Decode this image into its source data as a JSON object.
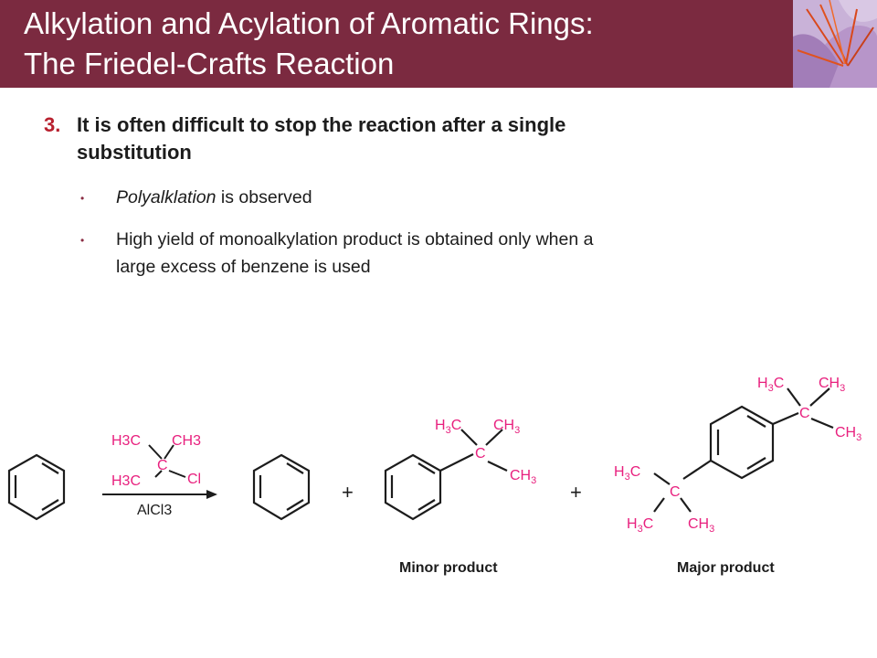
{
  "title": {
    "line1": "Alkylation and Acylation of Aromatic Rings:",
    "line2": "The Friedel-Crafts Reaction"
  },
  "point": {
    "number": "3.",
    "text_line1": "It is often difficult to stop the reaction after a single",
    "text_line2": "substitution"
  },
  "bullets": [
    {
      "italic": "Polyalklation",
      "rest": " is observed"
    },
    {
      "line1": "High yield of monoalkylation product is obtained only when a",
      "line2": "large excess of benzene is used"
    }
  ],
  "scheme": {
    "reagent_top_left": "H3C",
    "reagent_top_right": "CH3",
    "reagent_center": "C",
    "reagent_bottom_left": "H3C",
    "reagent_bottom_right": "Cl",
    "catalyst": "AlCl3",
    "plus": "+",
    "minor_label": "Minor product",
    "major_label": "Major product"
  },
  "colors": {
    "title_bar": "#7b2a40",
    "accent_red": "#b8202e",
    "chem_pink": "#e8207e"
  }
}
